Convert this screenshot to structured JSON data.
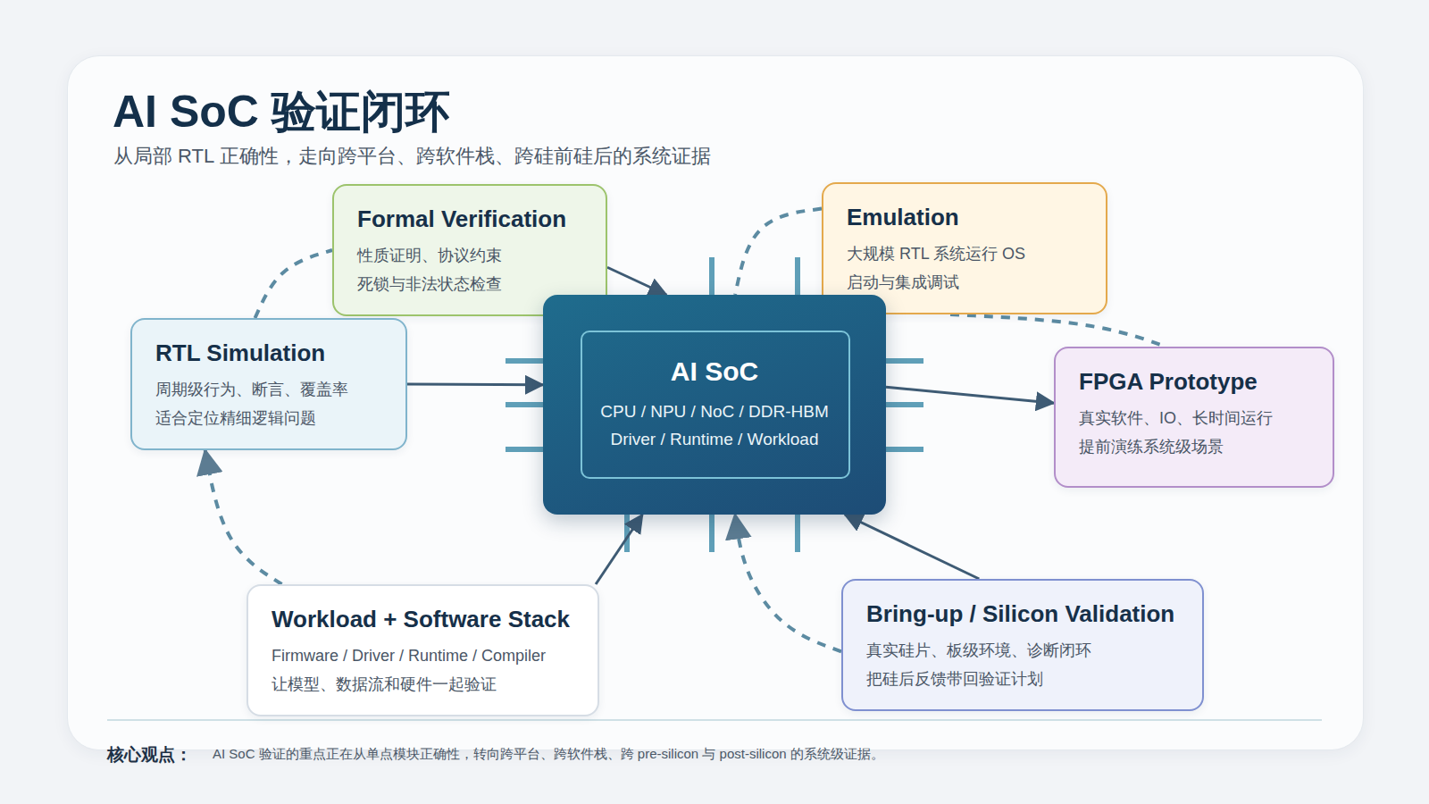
{
  "diagram": {
    "title": "AI SoC 验证闭环",
    "caption": "从局部 RTL 正确性，走向跨平台、跨软件栈、跨硅前硅后的系统证据",
    "nodes": [
      {
        "text": [
          "Formal Verification",
          "性质证明、协议约束 死锁与非法状态检查"
        ]
      },
      {
        "text": [
          "Emulation",
          "大规模 RTL 系统运行 OS 启动与集成调试"
        ]
      },
      {
        "text": [
          "RTL Simulation",
          "周期级行为、断言、覆盖率 适合定位精细逻辑问题"
        ]
      },
      {
        "text": [
          "AI SoC",
          "CPU / NPU / NoC / DDR-HBM Driver / Runtime / Workload"
        ]
      },
      {
        "text": [
          "FPGA Prototype",
          "真实软件、IO、长时间运行 提前演练系统级场景"
        ]
      },
      {
        "text": [
          "Workload + Software Stack",
          "Firmware / Driver / Runtime / Compiler 让模型、数据流和硬件一起验证"
        ]
      },
      {
        "text": [
          "Bring-up / Silicon Validation",
          "真实硅片、板级环境、诊断闭环 把硅后反馈带回验证计划"
        ]
      }
    ],
    "edges": [
      {
        "from": 0,
        "to": 3,
        "arrow": "to"
      },
      {
        "from": 2,
        "to": 3,
        "arrow": "to"
      },
      {
        "from": 3,
        "to": 4,
        "arrow": "to"
      },
      {
        "from": 5,
        "to": 3,
        "arrow": "to"
      },
      {
        "from": 6,
        "to": 3,
        "arrow": "to"
      },
      {
        "from": 6,
        "to": 3,
        "arrow": "to"
      },
      {
        "from": 5,
        "to": 2,
        "arrow": "to"
      },
      {
        "from": 2,
        "to": 0,
        "arrow": "none"
      },
      {
        "from": 1,
        "to": 3,
        "arrow": "none"
      },
      {
        "from": 1,
        "to": 4,
        "arrow": "none"
      }
    ],
    "labels": [
      "核心观点：",
      "AI SoC 验证的重点正在从单点模块正确性，转向跨平台、跨软件栈、跨 pre-silicon 与 post-silicon 的系统级证据。"
    ]
  }
}
